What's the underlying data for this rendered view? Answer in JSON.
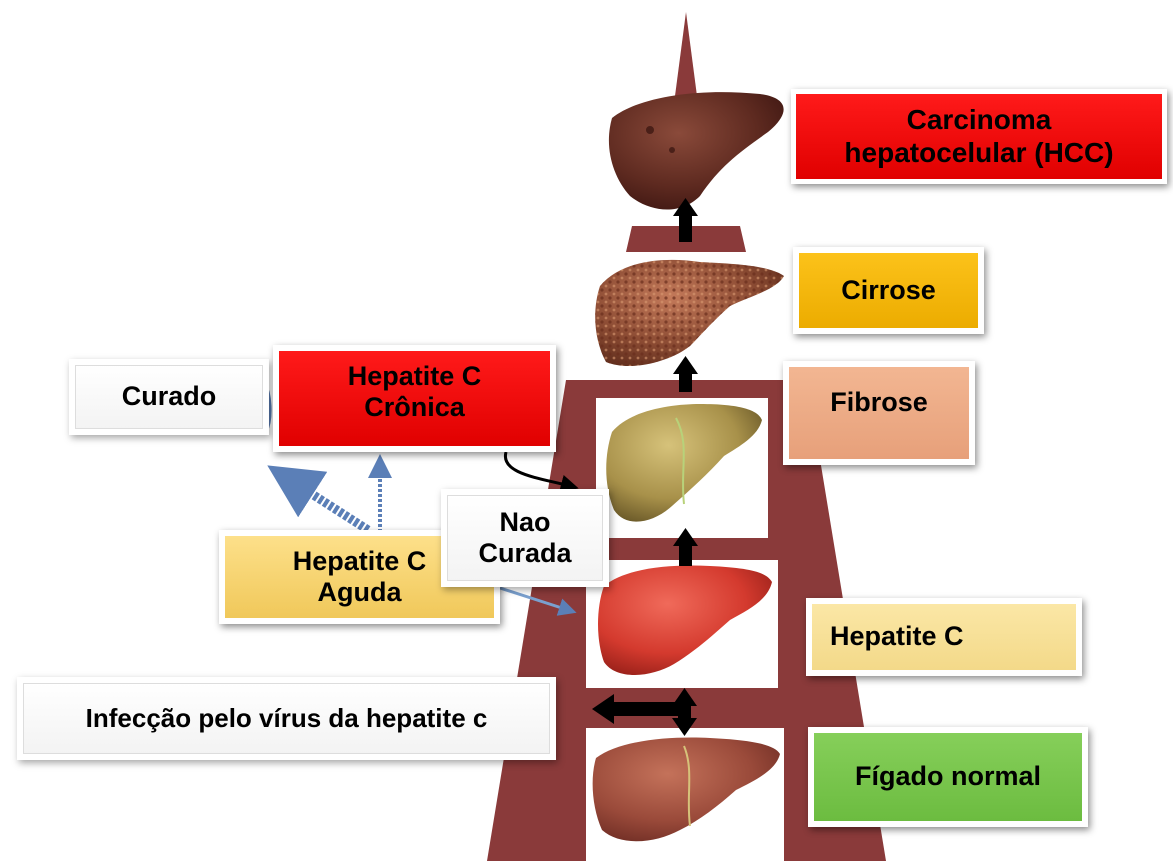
{
  "labels": {
    "hcc_line1": "Carcinoma",
    "hcc_line2": "hepatocelular (HCC)",
    "cirrose": "Cirrose",
    "fibrose": "Fibrose",
    "hepatite_c": "Hepatite C",
    "figado_normal": "Fígado normal",
    "curado": "Curado",
    "cronica_line1": "Hepatite C",
    "cronica_line2": "Crônica",
    "nao_curada_line1": "Nao",
    "nao_curada_line2": "Curada",
    "aguda_line1": "Hepatite C",
    "aguda_line2": "Aguda",
    "infeccao": "Infecção pelo vírus da hepatite c"
  },
  "colors": {
    "pyramid": "#8a3a3a",
    "arrow_black": "#000000",
    "arrow_blue": "#5b7fb7",
    "hcc_box": "#ff0000",
    "cirrose_box": "#f5b800",
    "fibrose_box": "#eeab85",
    "hepatite_box": "#f8e09a",
    "aguda_box": "#f7d27a",
    "normal_box": "#78c44d"
  },
  "stages": [
    "Fígado normal",
    "Hepatite C",
    "Fibrose",
    "Cirrose",
    "Carcinoma hepatocelular (HCC)"
  ]
}
